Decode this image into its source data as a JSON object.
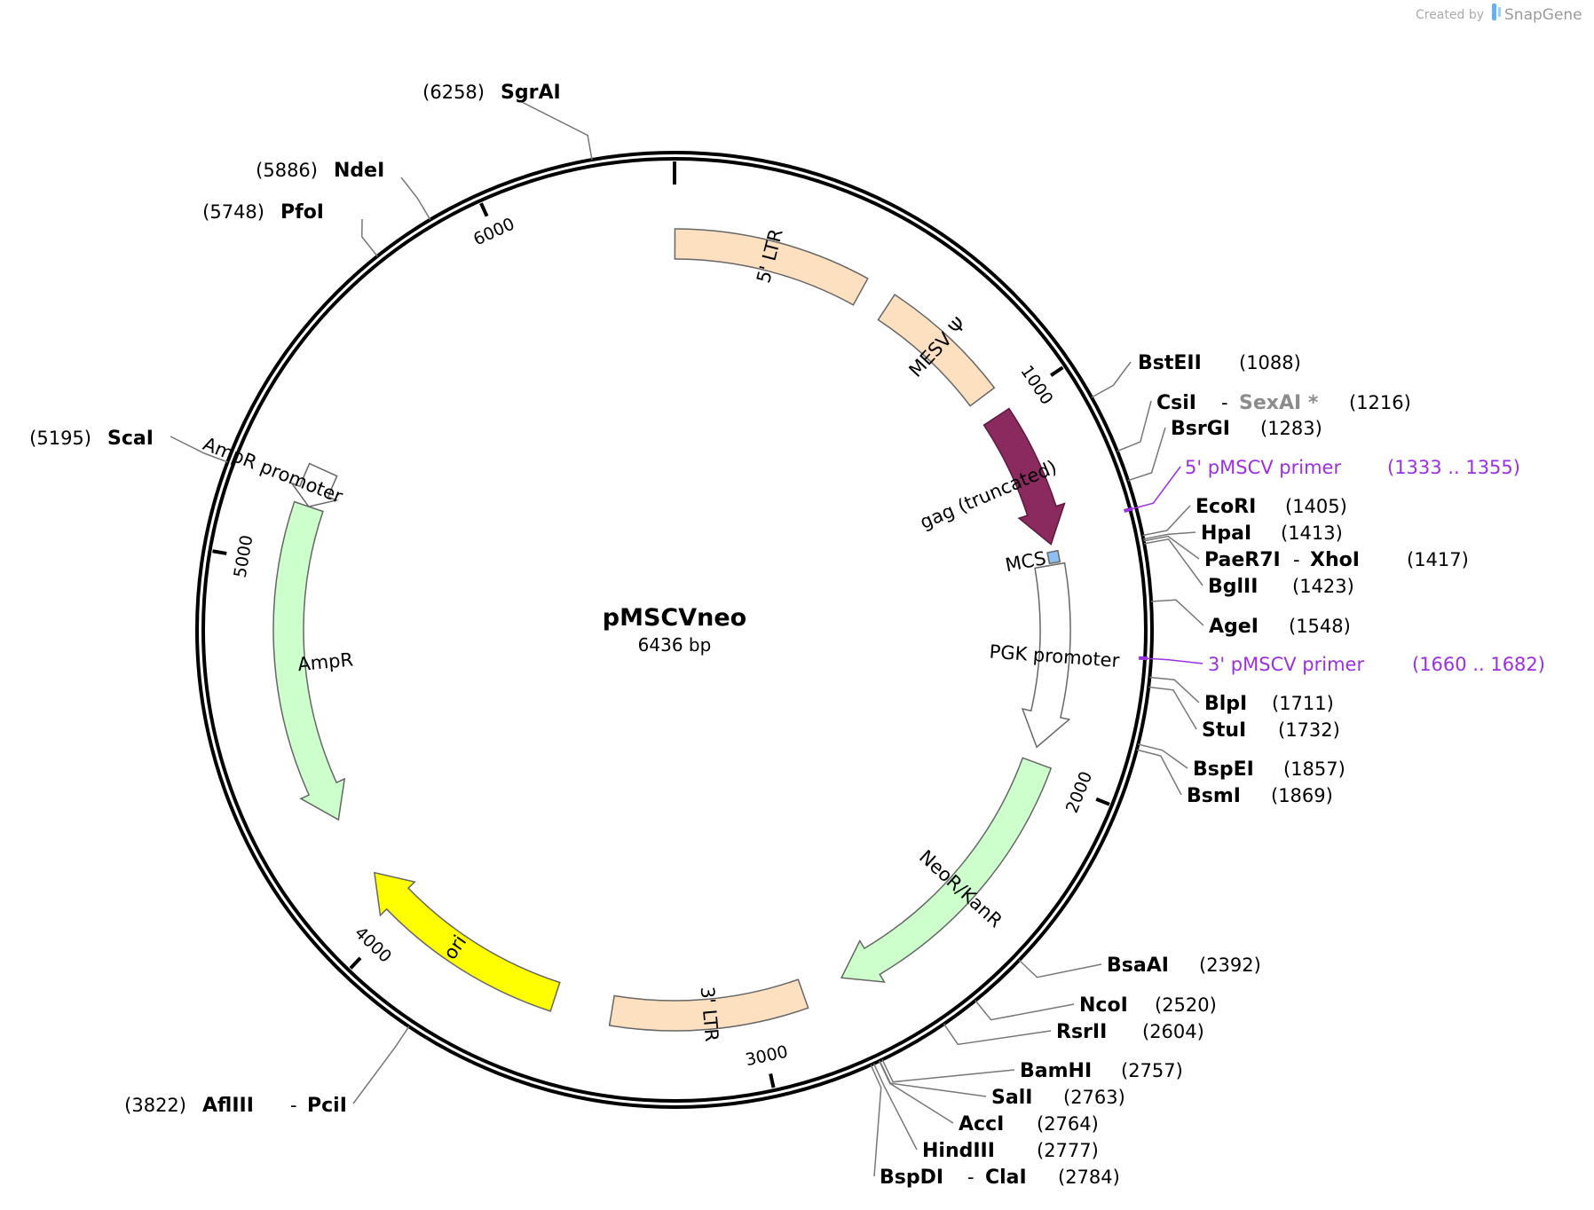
{
  "credit": {
    "prefix": "Created by",
    "brand": "SnapGene"
  },
  "plasmid": {
    "name": "pMSCVneo",
    "size_label": "6436 bp",
    "length_bp": 6436
  },
  "ticks": [
    "1000",
    "2000",
    "3000",
    "4000",
    "5000",
    "6000"
  ],
  "features": [
    {
      "label": "5' LTR",
      "start": 1,
      "end": 515,
      "direction": "none",
      "color": "#fde0c0"
    },
    {
      "label": "MESV Ψ",
      "start": 595,
      "end": 945,
      "direction": "none",
      "color": "#fde0c0"
    },
    {
      "label": "gag (truncated)",
      "start": 1010,
      "end": 1380,
      "direction": "forward",
      "color": "#8b2a5e"
    },
    {
      "label": "MCS",
      "start": 1400,
      "end": 1430,
      "direction": "none",
      "color": "#8cc0f0"
    },
    {
      "label": "PGK promoter",
      "start": 1435,
      "end": 1930,
      "direction": "forward",
      "color": "#ffffff"
    },
    {
      "label": "NeoR/KanR",
      "start": 1970,
      "end": 2760,
      "direction": "forward",
      "color": "#ccffcc"
    },
    {
      "label": "3' LTR",
      "start": 2870,
      "end": 3385,
      "direction": "none",
      "color": "#fde0c0"
    },
    {
      "label": "ori",
      "start": 3540,
      "end": 4130,
      "direction": "forward",
      "color": "#ffff00"
    },
    {
      "label": "AmpR",
      "start": 4300,
      "end": 5160,
      "direction": "reverse",
      "color": "#ccffcc"
    },
    {
      "label": "AmpR promoter",
      "start": 5160,
      "end": 5265,
      "direction": "reverse",
      "color": "#ffffff"
    }
  ],
  "sites": [
    {
      "name": "SgrAI",
      "pos": "(6258)"
    },
    {
      "name": "NdeI",
      "pos": "(5886)"
    },
    {
      "name": "PfoI",
      "pos": "(5748)"
    },
    {
      "name": "ScaI",
      "pos": "(5195)"
    },
    {
      "name": "AflIII",
      "name2": "PciI",
      "pos": "(3822)"
    },
    {
      "name": "BstEII",
      "pos": "(1088)"
    },
    {
      "name": "CsiI",
      "name2": "SexAI *",
      "pos": "(1216)"
    },
    {
      "name": "BsrGI",
      "pos": "(1283)"
    },
    {
      "name": "EcoRI",
      "pos": "(1405)"
    },
    {
      "name": "HpaI",
      "pos": "(1413)"
    },
    {
      "name": "PaeR7I",
      "name2": "XhoI",
      "pos": "(1417)"
    },
    {
      "name": "BglII",
      "pos": "(1423)"
    },
    {
      "name": "AgeI",
      "pos": "(1548)"
    },
    {
      "name": "BlpI",
      "pos": "(1711)"
    },
    {
      "name": "StuI",
      "pos": "(1732)"
    },
    {
      "name": "BspEI",
      "pos": "(1857)"
    },
    {
      "name": "BsmI",
      "pos": "(1869)"
    },
    {
      "name": "BsaAI",
      "pos": "(2392)"
    },
    {
      "name": "NcoI",
      "pos": "(2520)"
    },
    {
      "name": "RsrII",
      "pos": "(2604)"
    },
    {
      "name": "BamHI",
      "pos": "(2757)"
    },
    {
      "name": "SalI",
      "pos": "(2763)"
    },
    {
      "name": "AccI",
      "pos": "(2764)"
    },
    {
      "name": "HindIII",
      "pos": "(2777)"
    },
    {
      "name": "BspDI",
      "name2": "ClaI",
      "pos": "(2784)"
    }
  ],
  "primers": [
    {
      "name": "5' pMSCV primer",
      "pos": "(1333 .. 1355)"
    },
    {
      "name": "3' pMSCV primer",
      "pos": "(1660 .. 1682)"
    }
  ]
}
